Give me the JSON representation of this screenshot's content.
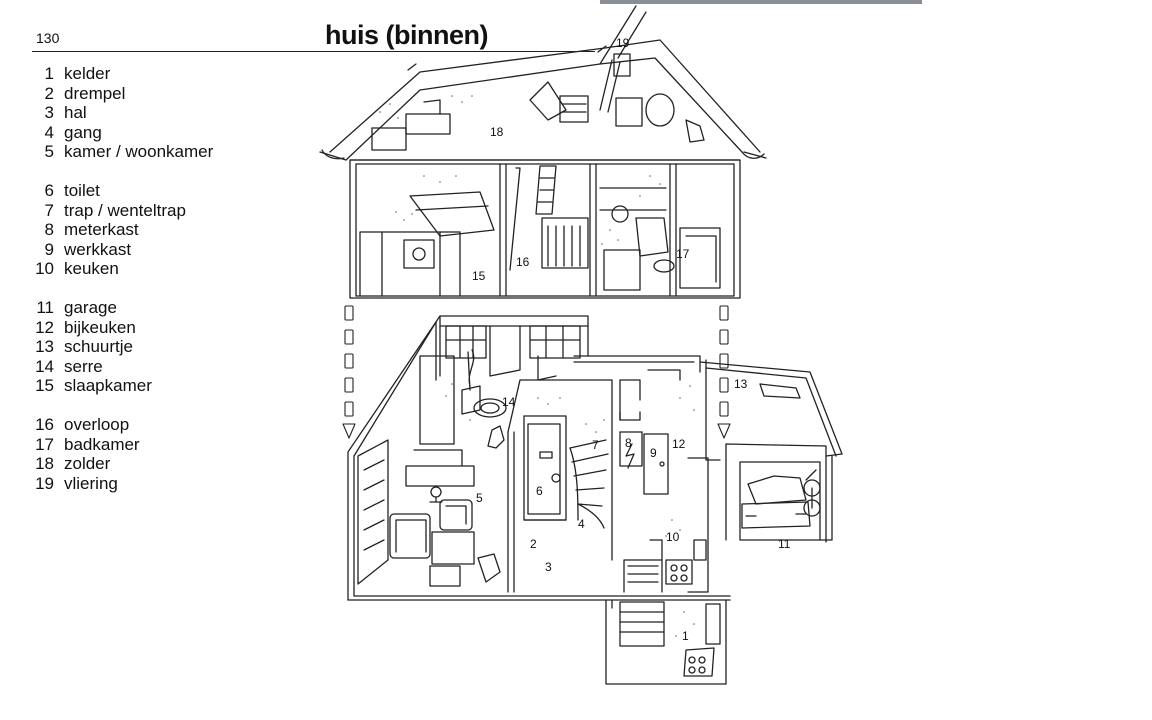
{
  "page_number": "130",
  "title": "huis (binnen)",
  "legend": [
    {
      "num": "1",
      "label": "kelder"
    },
    {
      "num": "2",
      "label": "drempel"
    },
    {
      "num": "3",
      "label": "hal"
    },
    {
      "num": "4",
      "label": "gang"
    },
    {
      "num": "5",
      "label": "kamer / woonkamer"
    },
    {
      "num": "6",
      "label": "toilet"
    },
    {
      "num": "7",
      "label": "trap / wenteltrap"
    },
    {
      "num": "8",
      "label": "meterkast"
    },
    {
      "num": "9",
      "label": "werkkast"
    },
    {
      "num": "10",
      "label": "keuken"
    },
    {
      "num": "11",
      "label": "garage"
    },
    {
      "num": "12",
      "label": "bijkeuken"
    },
    {
      "num": "13",
      "label": "schuurtje"
    },
    {
      "num": "14",
      "label": "serre"
    },
    {
      "num": "15",
      "label": "slaapkamer"
    },
    {
      "num": "16",
      "label": "overloop"
    },
    {
      "num": "17",
      "label": "badkamer"
    },
    {
      "num": "18",
      "label": "zolder"
    },
    {
      "num": "19",
      "label": "vliering"
    }
  ],
  "callouts": {
    "c1": "1",
    "c2": "2",
    "c3": "3",
    "c4": "4",
    "c5": "5",
    "c6": "6",
    "c7": "7",
    "c8": "8",
    "c9": "9",
    "c10": "10",
    "c11": "11",
    "c12": "12",
    "c13": "13",
    "c14": "14",
    "c15": "15",
    "c16": "16",
    "c17": "17",
    "c18": "18",
    "c19": "19"
  }
}
